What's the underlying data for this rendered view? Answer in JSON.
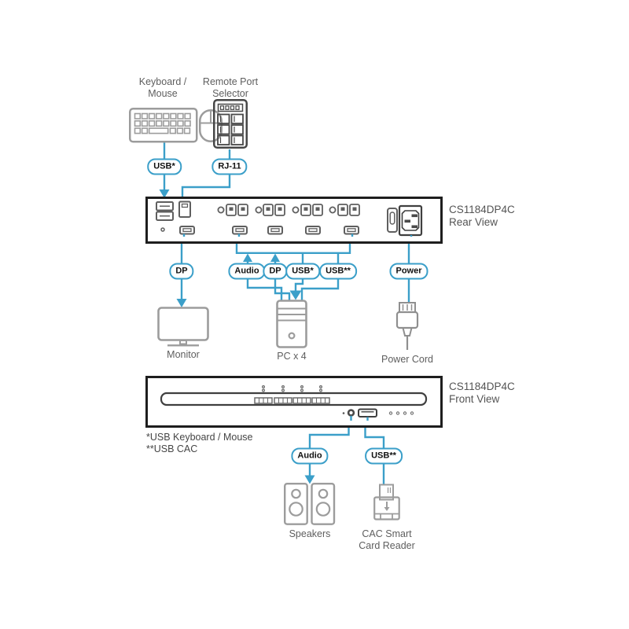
{
  "colors": {
    "connector_blue": "#3B9FC9",
    "device_outline": "#1E1E1E",
    "icon_gray": "#9C9C9C",
    "label_gray": "#5E5E5E"
  },
  "peripherals": {
    "keyboard_mouse": {
      "label": "Keyboard /\nMouse"
    },
    "remote_selector": {
      "label": "Remote Port\nSelector"
    }
  },
  "pills": {
    "kb_usb": "USB*",
    "selector_rj11": "RJ-11",
    "monitor_dp": "DP",
    "pc_audio": "Audio",
    "pc_dp": "DP",
    "pc_usb_kb": "USB*",
    "pc_usb_cac": "USB**",
    "power": "Power",
    "front_audio": "Audio",
    "front_usb_cac": "USB**"
  },
  "devices": {
    "rear": {
      "model": "CS1184DP4C",
      "view": "Rear View"
    },
    "front": {
      "model": "CS1184DP4C",
      "view": "Front View"
    }
  },
  "endpoints": {
    "monitor": "Monitor",
    "pc": "PC x 4",
    "power_cord": "Power Cord",
    "speakers": "Speakers",
    "cac_reader": "CAC Smart\nCard Reader"
  },
  "footnotes": [
    "*USB Keyboard / Mouse",
    "**USB CAC"
  ],
  "icons": {
    "keyboard": "keyboard-icon",
    "mouse": "mouse-icon",
    "remote_port_selector": "remote-port-selector-icon",
    "monitor": "monitor-icon",
    "pc_tower": "pc-tower-icon",
    "power_cord": "power-cord-icon",
    "speakers": "speakers-icon",
    "cac_reader": "cac-card-reader-icon"
  }
}
